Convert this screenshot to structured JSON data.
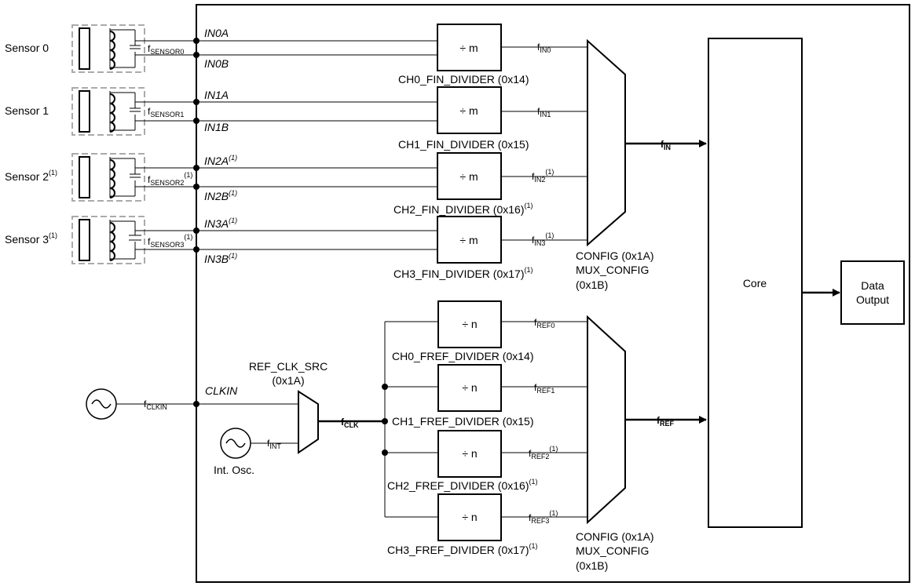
{
  "sensors": [
    {
      "label": "Sensor 0",
      "sup": "",
      "freq": "f",
      "freq_sub": "SENSOR0",
      "freq_sup": "",
      "pin_a": "IN0A",
      "pin_a_sup": "",
      "pin_b": "IN0B",
      "pin_b_sup": ""
    },
    {
      "label": "Sensor 1",
      "sup": "",
      "freq": "f",
      "freq_sub": "SENSOR1",
      "freq_sup": "",
      "pin_a": "IN1A",
      "pin_a_sup": "",
      "pin_b": "IN1B",
      "pin_b_sup": ""
    },
    {
      "label": "Sensor 2",
      "sup": "(1)",
      "freq": "f",
      "freq_sub": "SENSOR2",
      "freq_sup": "(1)",
      "pin_a": "IN2A",
      "pin_a_sup": "(1)",
      "pin_b": "IN2B",
      "pin_b_sup": "(1)"
    },
    {
      "label": "Sensor 3",
      "sup": "(1)",
      "freq": "f",
      "freq_sub": "SENSOR3",
      "freq_sup": "(1)",
      "pin_a": "IN3A",
      "pin_a_sup": "(1)",
      "pin_b": "IN3B",
      "pin_b_sup": "(1)"
    }
  ],
  "fin_dividers": [
    {
      "op": "÷ m",
      "name": "CH0_FIN_DIVIDER (0x14)",
      "name_sup": "",
      "out": "f",
      "out_sub": "IN0",
      "out_sup": ""
    },
    {
      "op": "÷ m",
      "name": "CH1_FIN_DIVIDER (0x15)",
      "name_sup": "",
      "out": "f",
      "out_sub": "IN1",
      "out_sup": ""
    },
    {
      "op": "÷ m",
      "name": "CH2_FIN_DIVIDER (0x16)",
      "name_sup": "(1)",
      "out": "f",
      "out_sub": "IN2",
      "out_sup": "(1)"
    },
    {
      "op": "÷ m",
      "name": "CH3_FIN_DIVIDER (0x17)",
      "name_sup": "(1)",
      "out": "f",
      "out_sub": "IN3",
      "out_sup": "(1)"
    }
  ],
  "fref_dividers": [
    {
      "op": "÷ n",
      "name": "CH0_FREF_DIVIDER (0x14)",
      "name_sup": "",
      "out": "f",
      "out_sub": "REF0",
      "out_sup": ""
    },
    {
      "op": "÷ n",
      "name": "CH1_FREF_DIVIDER (0x15)",
      "name_sup": "",
      "out": "f",
      "out_sub": "REF1",
      "out_sup": ""
    },
    {
      "op": "÷ n",
      "name": "CH2_FREF_DIVIDER (0x16)",
      "name_sup": "(1)",
      "out": "f",
      "out_sub": "REF2",
      "out_sup": "(1)"
    },
    {
      "op": "÷ n",
      "name": "CH3_FREF_DIVIDER (0x17)",
      "name_sup": "(1)",
      "out": "f",
      "out_sub": "REF3",
      "out_sup": "(1)"
    }
  ],
  "mux_in": {
    "line1": "CONFIG (0x1A)",
    "line2": "MUX_CONFIG",
    "line3": "(0x1B)",
    "out": "f",
    "out_sub": "IN"
  },
  "mux_ref": {
    "line1": "CONFIG (0x1A)",
    "line2": "MUX_CONFIG",
    "line3": "(0x1B)",
    "out": "f",
    "out_sub": "REF"
  },
  "core": {
    "label": "Core"
  },
  "data_output": {
    "line1": "Data",
    "line2": "Output"
  },
  "clock": {
    "clkin_freq": "f",
    "clkin_sub": "CLKIN",
    "clkin_pin": "CLKIN",
    "int_freq": "f",
    "int_sub": "INT",
    "int_osc_label": "Int. Osc.",
    "ref_src_line1": "REF_CLK_SRC",
    "ref_src_line2": "(0x1A)",
    "fclk": "f",
    "fclk_sub": "CLK"
  }
}
